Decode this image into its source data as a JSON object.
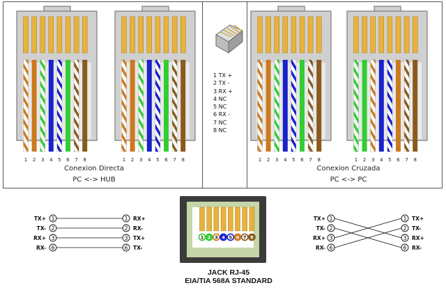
{
  "colors": {
    "orange": "#cc7a1f",
    "green": "#33cc33",
    "blue": "#1a22cc",
    "brown": "#8a5a1c",
    "white": "#ffffff",
    "contact_gold": "#e8b23c",
    "plug_gray": "#d0d0d0",
    "jack_dark": "#3b3b3b",
    "jack_face": "#c6d6a8"
  },
  "icons": [
    "rj45-plug-icon"
  ],
  "straight": {
    "caption_line1": "Conexion Directa",
    "caption_line2": "PC <-> HUB",
    "plug_a_wires": [
      "white-orange",
      "orange",
      "white-green",
      "blue",
      "white-blue",
      "green",
      "white-brown",
      "brown"
    ],
    "plug_b_wires": [
      "white-orange",
      "orange",
      "white-green",
      "blue",
      "white-blue",
      "green",
      "white-brown",
      "brown"
    ]
  },
  "crossover": {
    "caption_line1": "Conexion Cruzada",
    "caption_line2": "PC <-> PC",
    "plug_a_wires": [
      "white-orange",
      "orange",
      "white-green",
      "blue",
      "white-blue",
      "green",
      "white-brown",
      "brown"
    ],
    "plug_b_wires": [
      "white-green",
      "green",
      "white-orange",
      "blue",
      "white-blue",
      "orange",
      "white-brown",
      "brown"
    ]
  },
  "pin_numbers": [
    "1",
    "2",
    "3",
    "4",
    "5",
    "6",
    "7",
    "8"
  ],
  "pinout": [
    "1 TX +",
    "2 TX -",
    "3 RX +",
    "4 NC",
    "5 NC",
    "6 RX -",
    "7 NC",
    "8 NC"
  ],
  "straight_map": {
    "left": [
      {
        "label": "TX+",
        "pin": "1"
      },
      {
        "label": "TX-",
        "pin": "2"
      },
      {
        "label": "RX+",
        "pin": "3"
      },
      {
        "label": "RX-",
        "pin": "6"
      }
    ],
    "right": [
      {
        "label": "RX+",
        "pin": "1"
      },
      {
        "label": "RX-",
        "pin": "2"
      },
      {
        "label": "TX+",
        "pin": "3"
      },
      {
        "label": "TX-",
        "pin": "6"
      }
    ]
  },
  "cross_map": {
    "left": [
      {
        "label": "TX+",
        "pin": "1"
      },
      {
        "label": "TX-",
        "pin": "2"
      },
      {
        "label": "RX+",
        "pin": "3"
      },
      {
        "label": "RX-",
        "pin": "6"
      }
    ],
    "right": [
      {
        "label": "TX+",
        "pin": "1"
      },
      {
        "label": "TX-",
        "pin": "2"
      },
      {
        "label": "RX+",
        "pin": "3"
      },
      {
        "label": "RX-",
        "pin": "6"
      }
    ],
    "links": [
      [
        0,
        2
      ],
      [
        1,
        3
      ],
      [
        2,
        0
      ],
      [
        3,
        1
      ]
    ]
  },
  "jack": {
    "title_line1": "JACK RJ-45",
    "title_line2": "EIA/TIA 568A STANDARD",
    "pin_labels": [
      "1",
      "2",
      "3",
      "4",
      "5",
      "6",
      "7",
      "8"
    ],
    "pin_colors": [
      "white-green",
      "green",
      "white-orange",
      "blue",
      "white-blue",
      "orange",
      "white-brown",
      "brown"
    ]
  }
}
